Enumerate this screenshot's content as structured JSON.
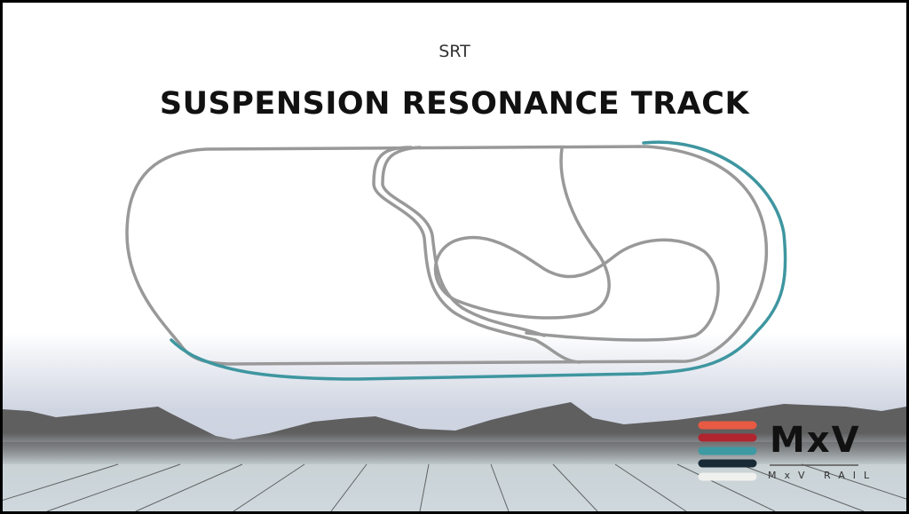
{
  "header": {
    "subtitle": "SRT",
    "title": "SUSPENSION RESONANCE TRACK"
  },
  "logo": {
    "mark": "MxV",
    "name": "MxV RAIL",
    "stripe_colors": [
      "#e85a43",
      "#b0252f",
      "#3d9aa3",
      "#172a36",
      "#f0f0ee"
    ]
  },
  "colors": {
    "track": "#999999",
    "highlight": "#3e96a0",
    "mountains": "#5f5f5f"
  }
}
